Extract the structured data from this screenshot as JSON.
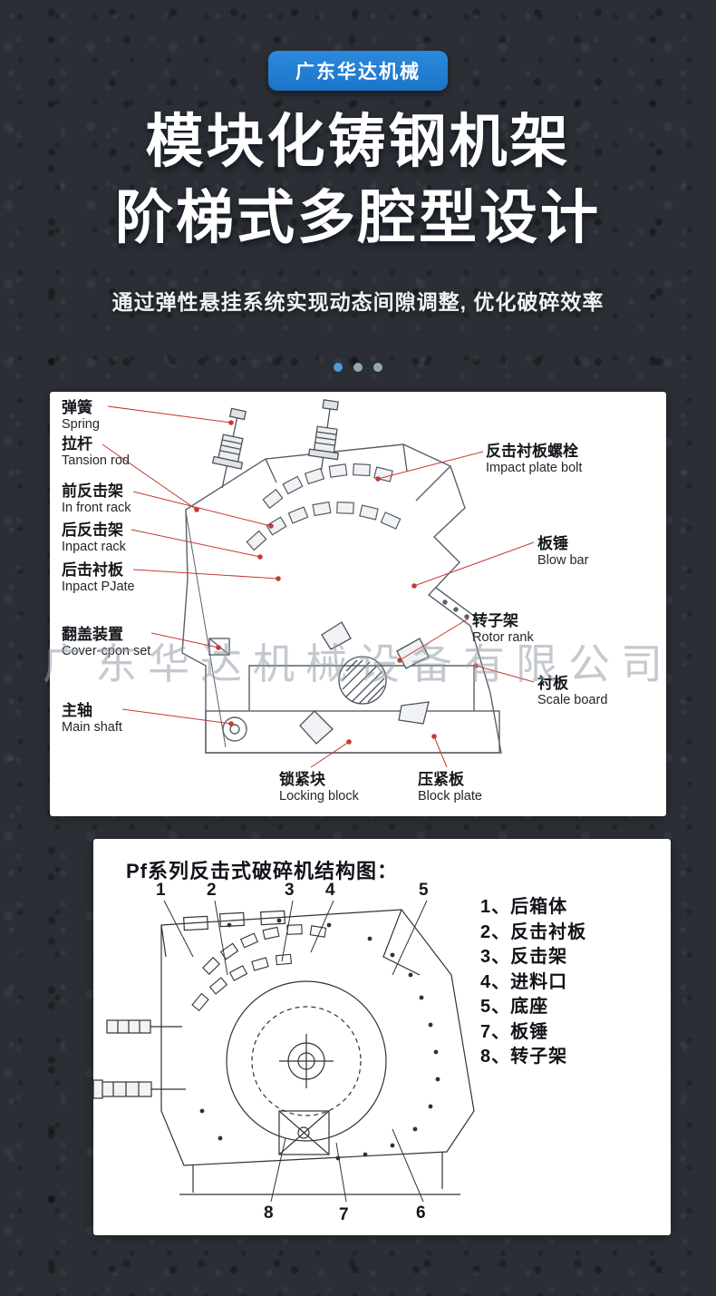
{
  "page": {
    "badge": "广东华达机械",
    "headline1": "模块化铸钢机架",
    "headline2": "阶梯式多腔型设计",
    "subtitle": "通过弹性悬挂系统实现动态间隙调整, 优化破碎效率",
    "watermark": "广东华达机械设备有限公司"
  },
  "colors": {
    "accent_blue": "#2281d9",
    "leader_red": "#c43b33",
    "active_dot": "#4a9ade"
  },
  "carousel": {
    "dot_count": 3,
    "active_index": 0
  },
  "diagram1": {
    "left_labels": [
      {
        "cn": "弹簧",
        "en": "Spring"
      },
      {
        "cn": "拉杆",
        "en": "Tansion rod"
      },
      {
        "cn": "前反击架",
        "en": "In front  rack"
      },
      {
        "cn": "后反击架",
        "en": "Inpact  rack"
      },
      {
        "cn": "后击衬板",
        "en": "Inpact PJate"
      },
      {
        "cn": "翻盖装置",
        "en": "Cover-cpon set"
      },
      {
        "cn": "主轴",
        "en": "Main shaft"
      }
    ],
    "right_labels": [
      {
        "cn": "反击衬板螺栓",
        "en": "Impact plate bolt"
      },
      {
        "cn": "板锤",
        "en": "Blow bar"
      },
      {
        "cn": "转子架",
        "en": "Rotor rank"
      },
      {
        "cn": "衬板",
        "en": "Scale board"
      }
    ],
    "bottom_labels": [
      {
        "cn": "锁紧块",
        "en": "Locking block"
      },
      {
        "cn": "压紧板",
        "en": "Block plate"
      }
    ]
  },
  "diagram2": {
    "title": "Pf系列反击式破碎机结构图：",
    "top_numbers": [
      "1",
      "2",
      "3",
      "4",
      "5"
    ],
    "bottom_numbers": [
      "8",
      "7",
      "6"
    ],
    "legend": [
      "1、后箱体",
      "2、反击衬板",
      "3、反击架",
      "4、进料口",
      "5、底座",
      "7、板锤",
      "8、转子架"
    ]
  }
}
